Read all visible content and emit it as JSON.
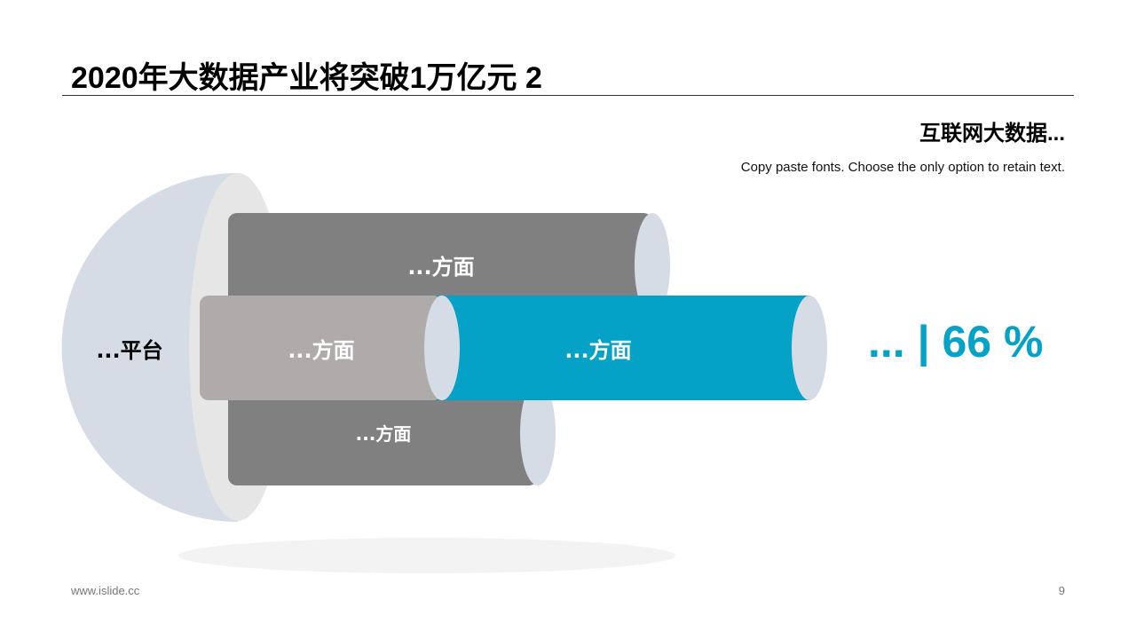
{
  "title": "2020年大数据产业将突破1万亿元 2",
  "subheading": "互联网大数据...",
  "description": "Copy paste fonts. Choose the only option to retain text.",
  "diagram": {
    "platform_label": "...平台",
    "cylinders": [
      {
        "label": "...方面"
      },
      {
        "label": "...方面"
      },
      {
        "label": "...方面"
      },
      {
        "label": "...方面"
      }
    ]
  },
  "stat": "... | 66 %",
  "footer": "www.islide.cc",
  "page_number": "9",
  "colors": {
    "accent": "#05a2c8",
    "dark_gray": "#808080",
    "light_gray": "#afabaa",
    "cap": "#d5dce6"
  }
}
